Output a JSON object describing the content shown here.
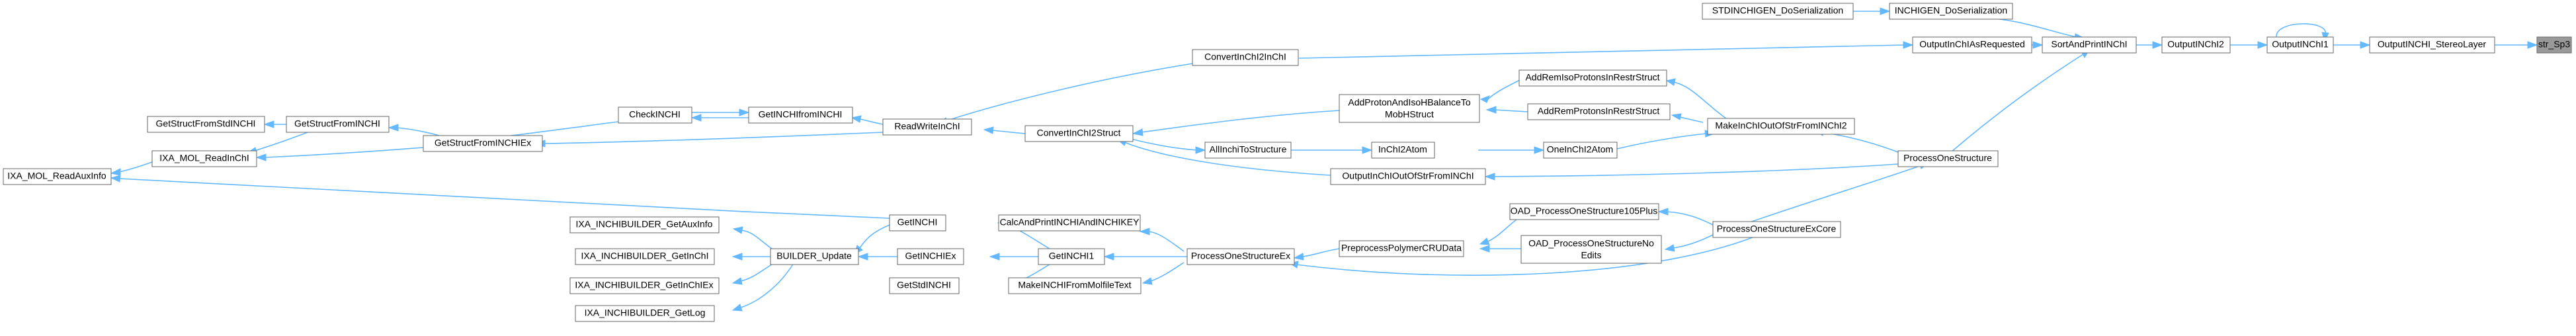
{
  "graph": {
    "colors": {
      "edge": "#63b8ff",
      "node_border": "#666666",
      "node_fill": "#ffffff",
      "highlight_fill": "#999999"
    },
    "nodes": [
      {
        "id": "stdinchigen_doserialization",
        "label": "STDINCHIGEN_DoSerialization"
      },
      {
        "id": "inchigen_doserialization",
        "label": "INCHIGEN_DoSerialization"
      },
      {
        "id": "convertinchi2inchi",
        "label": "ConvertInChI2InChI"
      },
      {
        "id": "outputinchiasrequested",
        "label": "OutputInChIAsRequested"
      },
      {
        "id": "sortandprintinchi",
        "label": "SortAndPrintINChI"
      },
      {
        "id": "outputinchi2",
        "label": "OutputINChI2"
      },
      {
        "id": "outputinchi1",
        "label": "OutputINChI1"
      },
      {
        "id": "outputinchi_stereolayer",
        "label": "OutputINCHI_StereoLayer"
      },
      {
        "id": "str_sp3",
        "label": "str_Sp3"
      },
      {
        "id": "addremisoprotonsinrestrstruct",
        "label": "AddRemIsoProtonsInRestrStruct"
      },
      {
        "id": "addprotonandisohbalancetomobhstruct_l1",
        "label": "AddProtonAndIsoHBalanceTo"
      },
      {
        "id": "addprotonandisohbalancetomobhstruct_l2",
        "label": "MobHStruct"
      },
      {
        "id": "addremprotonsinrestrstruct",
        "label": "AddRemProtonsInRestrStruct"
      },
      {
        "id": "makeinchioutofstrfrominchi2",
        "label": "MakeInChIOutOfStrFromINChI2"
      },
      {
        "id": "getstructfromstdinchi",
        "label": "GetStructFromStdINCHI"
      },
      {
        "id": "getstructfrominchi",
        "label": "GetStructFromINCHI"
      },
      {
        "id": "checkinchi",
        "label": "CheckINCHI"
      },
      {
        "id": "getinchifrominchi",
        "label": "GetINCHIfromINCHI"
      },
      {
        "id": "readwriteinchi",
        "label": "ReadWriteInChI"
      },
      {
        "id": "convertinchi2struct",
        "label": "ConvertInChI2Struct"
      },
      {
        "id": "ixa_mol_readinchi",
        "label": "IXA_MOL_ReadInChI"
      },
      {
        "id": "getstructfrominchiex",
        "label": "GetStructFromINCHIEx"
      },
      {
        "id": "allinchitostructure",
        "label": "AllInchiToStructure"
      },
      {
        "id": "inchi2atom",
        "label": "InChI2Atom"
      },
      {
        "id": "oneinchi2atom",
        "label": "OneInChI2Atom"
      },
      {
        "id": "ixa_mol_readauxinfo",
        "label": "IXA_MOL_ReadAuxInfo"
      },
      {
        "id": "outputinchioutofstrfrominchi",
        "label": "OutputInChIOutOfStrFromINChI"
      },
      {
        "id": "processonestructure",
        "label": "ProcessOneStructure"
      },
      {
        "id": "oad_processonestructure105plus",
        "label": "OAD_ProcessOneStructure105Plus"
      },
      {
        "id": "ixa_inchibuilder_getauxinfo",
        "label": "IXA_INCHIBUILDER_GetAuxInfo"
      },
      {
        "id": "getinchi",
        "label": "GetINCHI"
      },
      {
        "id": "calcandprintinchiandinchikey",
        "label": "CalcAndPrintINCHIAndINCHIKEY"
      },
      {
        "id": "processonestructureexcore",
        "label": "ProcessOneStructureExCore"
      },
      {
        "id": "ixa_inchibuilder_getinchi",
        "label": "IXA_INCHIBUILDER_GetInChI"
      },
      {
        "id": "builder_update",
        "label": "BUILDER_Update"
      },
      {
        "id": "getinchiex",
        "label": "GetINCHIEx"
      },
      {
        "id": "getinchi1",
        "label": "GetINCHI1"
      },
      {
        "id": "processonestructureex",
        "label": "ProcessOneStructureEx"
      },
      {
        "id": "preprocesspolymercrudata",
        "label": "PreprocessPolymerCRUData"
      },
      {
        "id": "oad_processonestructurenoedits_l1",
        "label": "OAD_ProcessOneStructureNo"
      },
      {
        "id": "oad_processonestructurenoedits_l2",
        "label": "Edits"
      },
      {
        "id": "ixa_inchibuilder_getinchiex",
        "label": "IXA_INCHIBUILDER_GetInChIEx"
      },
      {
        "id": "getstdinchi",
        "label": "GetStdINCHI"
      },
      {
        "id": "makeinchifrommolfiletext",
        "label": "MakeINCHIFromMolfileText"
      },
      {
        "id": "ixa_inchibuilder_getlog",
        "label": "IXA_INCHIBUILDER_GetLog"
      }
    ]
  }
}
